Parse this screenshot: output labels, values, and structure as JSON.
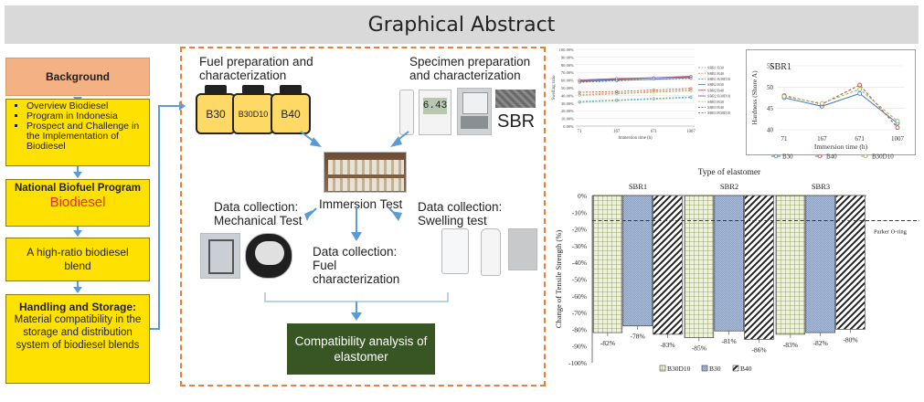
{
  "title": "Graphical Abstract",
  "left": {
    "background_label": "Background",
    "bullets": [
      "Overview Biodiesel",
      "Program in Indonesia",
      "Prospect and Challenge in the Implementation of Biodiesel"
    ],
    "national_program": "National Biofuel Program",
    "biodiesel": "Biodiesel",
    "high_ratio": "A high-ratio biodiesel blend",
    "handling_title": "Handling and Storage:",
    "handling_body": "Material compatibility in the storage and distribution system of biodiesel blends"
  },
  "center": {
    "fuel_prep": "Fuel preparation and characterization",
    "specimen_prep": "Specimen preparation and characterization",
    "bottles": [
      "B30",
      "B30D10",
      "B40"
    ],
    "sbr_label": "SBR",
    "immersion": "Immersion Test",
    "mech": "Data collection: Mechanical Test",
    "swelling": "Data collection: Swelling test",
    "fuel_char": "Data collection: Fuel characterization",
    "compat": "Compatibility analysis of elastomer",
    "meter_display": "6.43"
  },
  "chart_data": [
    {
      "type": "line",
      "ylabel": "Swelling ratio",
      "xlabel": "Immersion time (h)",
      "categories": [
        "71",
        "167",
        "671",
        "1007"
      ],
      "y_ticks": [
        "100.00%",
        "90.00%",
        "80.00%",
        "70.00%",
        "60.00%",
        "50.00%",
        "40.00%",
        "30.00%",
        "20.00%",
        "10.00%",
        "0.00%"
      ],
      "ylim": [
        0,
        100
      ],
      "legend": [
        "SBR1 B30",
        "SBR1 B40",
        "SBR1 B30D10",
        "SBR2 B30",
        "SBR2 B40",
        "SBR2 B30D10",
        "SBR3 B30",
        "SBR3 B40",
        "SBR3 B30D10"
      ],
      "series_values": [
        [
          31,
          33,
          35,
          37
        ],
        [
          41,
          43,
          45,
          47
        ],
        [
          32,
          34,
          36,
          38
        ],
        [
          58,
          60,
          61,
          63
        ],
        [
          59,
          61,
          63,
          64
        ],
        [
          60,
          62,
          63,
          65
        ],
        [
          40,
          42,
          44,
          46
        ],
        [
          44,
          45,
          47,
          49
        ],
        [
          57,
          59,
          61,
          62
        ]
      ],
      "series_colors": [
        "#9bbb59",
        "#f79646",
        "#4bacc6",
        "#4f81bd",
        "#c0504d",
        "#8064a2",
        "#9bbb59",
        "#c0504d",
        "#4f81bd"
      ],
      "series_dash": [
        true,
        true,
        true,
        false,
        false,
        false,
        true,
        true,
        true
      ]
    },
    {
      "type": "line",
      "title": "SBR1",
      "ylabel": "Hardness (Shore A)",
      "xlabel": "Immersion time (h)",
      "categories": [
        "71",
        "167",
        "671",
        "1007"
      ],
      "y_ticks": [
        "40",
        "45",
        "50",
        "55"
      ],
      "ylim": [
        40,
        55
      ],
      "series": [
        {
          "name": "B30",
          "values": [
            47.5,
            45.5,
            48.5,
            41.5
          ],
          "color": "#4f81bd"
        },
        {
          "name": "B40",
          "values": [
            48,
            46,
            50.5,
            40.5
          ],
          "color": "#c0504d"
        },
        {
          "name": "B30D10",
          "values": [
            47.8,
            46.2,
            49.5,
            42
          ],
          "color": "#9bbb59"
        }
      ]
    },
    {
      "type": "bar",
      "title": "Type of elastomer",
      "ylabel": "Change of Tensile Strength (%)",
      "groups": [
        "SBR1",
        "SBR2",
        "SBR3"
      ],
      "series_names": [
        "B30D10",
        "B30",
        "B40"
      ],
      "values": [
        [
          -82,
          -78,
          -83
        ],
        [
          -85,
          -81,
          -86
        ],
        [
          -83,
          -82,
          -80
        ]
      ],
      "value_labels": [
        [
          "-82%",
          "-78%",
          "-83%"
        ],
        [
          "-85%",
          "-81%",
          "-86%"
        ],
        [
          "-83%",
          "-82%",
          "-80%"
        ]
      ],
      "y_ticks": [
        "0%",
        "-10%",
        "-20%",
        "-30%",
        "-40%",
        "-50%",
        "-60%",
        "-70%",
        "-80%",
        "-90%",
        "-100%"
      ],
      "ylim": [
        -100,
        0
      ],
      "reference_line": {
        "label": "Parker O-ring",
        "value": -15
      },
      "legend": "B30D10   B30   B40"
    }
  ]
}
